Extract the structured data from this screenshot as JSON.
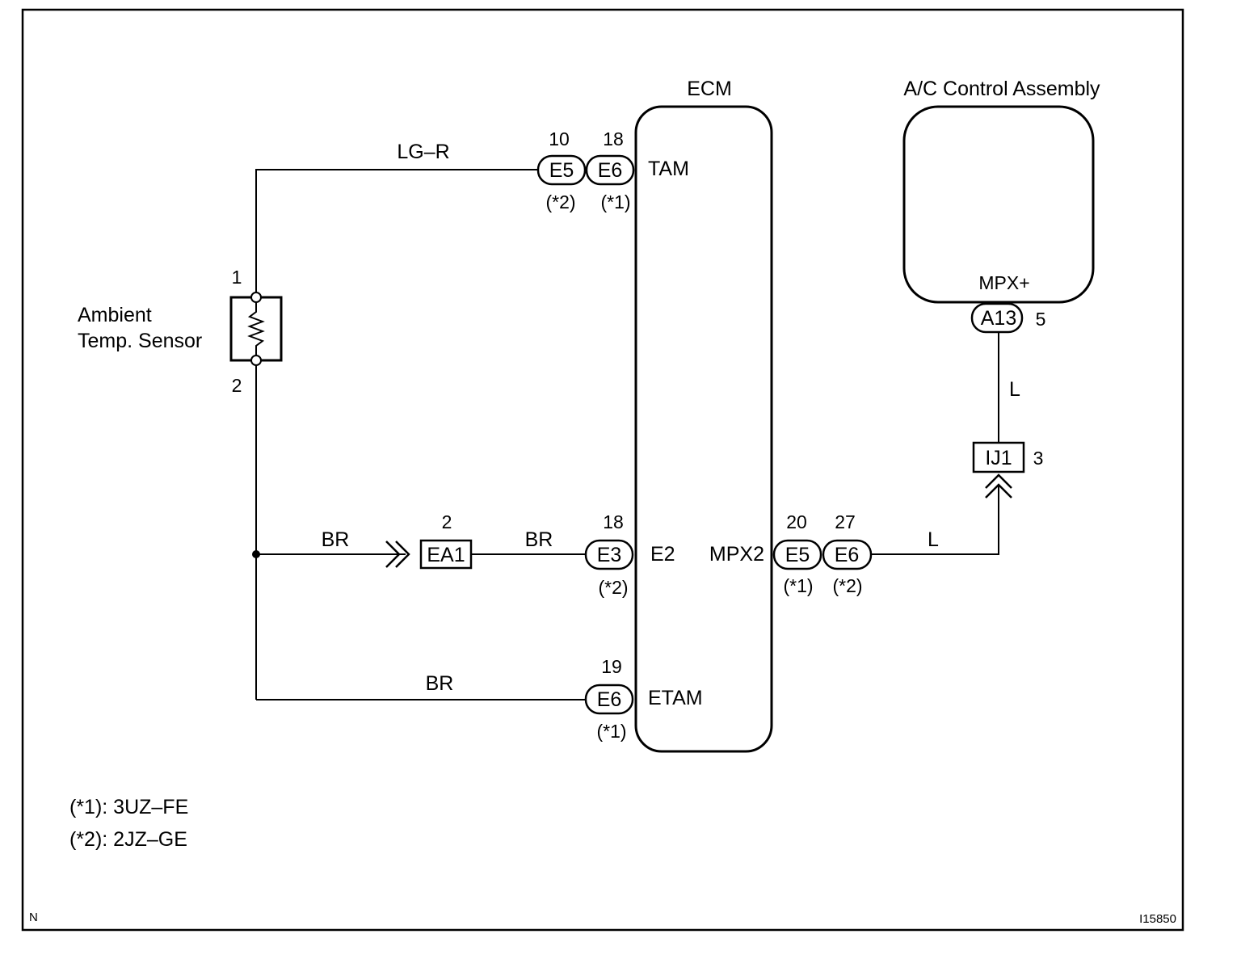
{
  "ecm": {
    "title": "ECM",
    "pins": {
      "tam": "TAM",
      "e2": "E2",
      "etam": "ETAM",
      "mpx2": "MPX2"
    }
  },
  "ac": {
    "title": "A/C Control Assembly",
    "pin": "MPX+",
    "connector": "A13",
    "connector_pin": "5"
  },
  "sensor": {
    "label_line1": "Ambient",
    "label_line2": "Temp. Sensor",
    "pin_top": "1",
    "pin_bottom": "2"
  },
  "wires": {
    "tam": "LG–R",
    "br1": "BR",
    "br2": "BR",
    "br3": "BR",
    "l_mpx": "L",
    "l_vertical": "L"
  },
  "connectors": {
    "tam_e5": {
      "name": "E5",
      "pin": "10",
      "note": "(*2)"
    },
    "tam_e6": {
      "name": "E6",
      "pin": "18",
      "note": "(*1)"
    },
    "ea1": {
      "name": "EA1",
      "pin": "2"
    },
    "e2_e3": {
      "name": "E3",
      "pin": "18",
      "note": "(*2)"
    },
    "etam_e6": {
      "name": "E6",
      "pin": "19",
      "note": "(*1)"
    },
    "mpx_e5": {
      "name": "E5",
      "pin": "20",
      "note": "(*1)"
    },
    "mpx_e6": {
      "name": "E6",
      "pin": "27",
      "note": "(*2)"
    },
    "ij1": {
      "name": "IJ1",
      "pin": "3"
    }
  },
  "legend": {
    "line1": "(*1): 3UZ–FE",
    "line2": "(*2): 2JZ–GE"
  },
  "corner_left": "N",
  "corner_right": "I15850"
}
